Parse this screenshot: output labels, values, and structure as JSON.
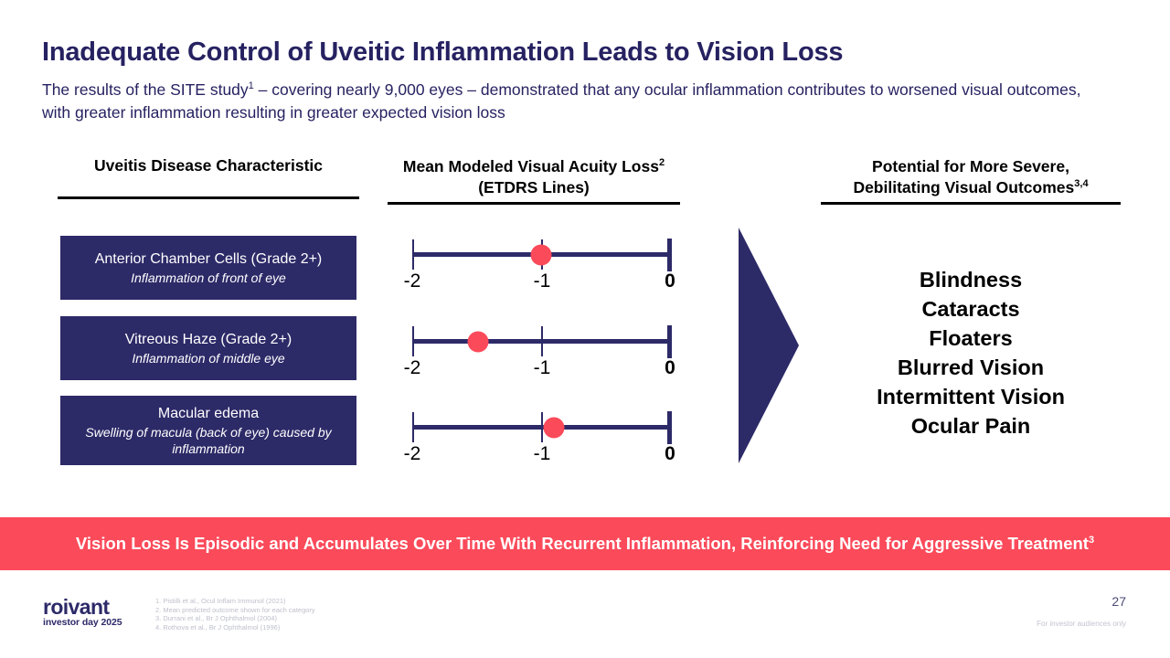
{
  "slide": {
    "title": "Inadequate Control of Uveitic Inflammation Leads to Vision Loss",
    "subtitle_part1": "The results of the SITE study",
    "subtitle_sup1": "1",
    "subtitle_part2": " – covering nearly 9,000 eyes – demonstrated that any ocular inflammation contributes to worsened visual outcomes, with greater inflammation resulting in greater expected vision loss"
  },
  "columns": {
    "left_header": "Uveitis Disease Characteristic",
    "mid_header_main": "Mean Modeled Visual Acuity Loss",
    "mid_header_sup": "2",
    "mid_header_sub": "(ETDRS Lines)",
    "right_header_line1": "Potential for More Severe,",
    "right_header_line2": "Debilitating Visual Outcomes",
    "right_header_sup": "3,4"
  },
  "characteristics": [
    {
      "name": "Anterior Chamber Cells (Grade 2+)",
      "desc": "Inflammation of front of eye"
    },
    {
      "name": "Vitreous Haze (Grade 2+)",
      "desc": "Inflammation of middle eye"
    },
    {
      "name": "Macular edema",
      "desc": "Swelling of macula (back of eye) caused by inflammation"
    }
  ],
  "chart_data": {
    "type": "scatter",
    "title": "Mean Modeled Visual Acuity Loss (ETDRS Lines)",
    "xlabel": "",
    "ylabel": "",
    "xlim": [
      -2,
      0
    ],
    "grid": false,
    "legend": "none",
    "tick_labels": [
      "-2",
      "-1",
      "0"
    ],
    "tick_values": [
      -2,
      -1,
      0
    ],
    "categories": [
      "Anterior Chamber Cells (Grade 2+)",
      "Vitreous Haze (Grade 2+)",
      "Macular edema"
    ],
    "values": [
      -1.05,
      -1.5,
      -0.93
    ],
    "series": [
      {
        "name": "Mean modeled visual acuity loss (ETDRS lines)",
        "values": [
          -1.05,
          -1.5,
          -0.93
        ]
      }
    ]
  },
  "outcomes": [
    "Blindness",
    "Cataracts",
    "Floaters",
    "Blurred Vision",
    "Intermittent Vision",
    "Ocular Pain"
  ],
  "banner": {
    "text": "Vision Loss Is Episodic and Accumulates Over Time With Recurrent Inflammation, Reinforcing Need for Aggressive Treatment",
    "sup": "3"
  },
  "footer": {
    "logo_wordmark": "roivant",
    "logo_tagline": "investor day 2025",
    "footnotes": [
      "1. Pistilli et al., Ocul Inflam Immunol (2021)",
      "2. Mean predicted outcome shown for each category",
      "3. Durrani et al., Br J Ophthalmol (2004)",
      "4. Rothova et al., Br J Ophthalmol (1996)"
    ],
    "page_number": "27",
    "investor_note": "For investor audiences only"
  },
  "colors": {
    "navy": "#2D2A68",
    "red": "#FB4A5A",
    "white": "#FFFFFF",
    "black": "#000000"
  }
}
